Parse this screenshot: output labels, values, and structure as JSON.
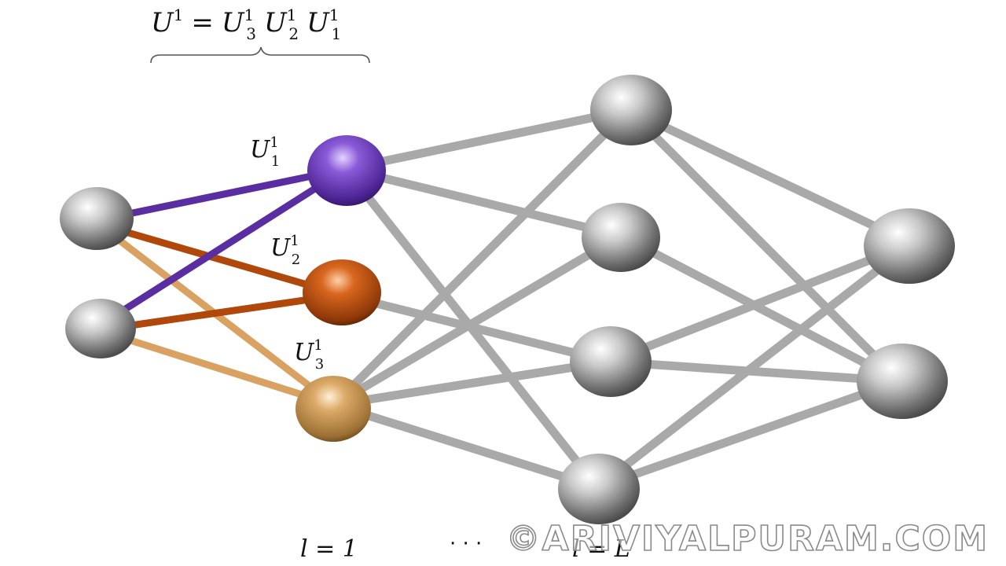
{
  "header_formula": {
    "lhs_base": "U",
    "lhs_sup": "1",
    "eq": "=",
    "terms": [
      {
        "base": "U",
        "sup": "1",
        "sub": "3"
      },
      {
        "base": "U",
        "sup": "1",
        "sub": "2"
      },
      {
        "base": "U",
        "sup": "1",
        "sub": "1"
      }
    ]
  },
  "unitary_labels": [
    {
      "base": "U",
      "sup": "1",
      "sub": "1"
    },
    {
      "base": "U",
      "sup": "1",
      "sub": "2"
    },
    {
      "base": "U",
      "sup": "1",
      "sub": "3"
    }
  ],
  "layer_labels": {
    "first": "l = 1",
    "dots": "· · ·",
    "last": "l = L"
  },
  "watermark": "©ARIVIYALPURAM.COM",
  "colors": {
    "u1": "#5a2ea0",
    "u2": "#b0480c",
    "u3": "#d7a060",
    "gray_edge": "#a8a8a8",
    "gray_node": "#8c8c8c"
  }
}
